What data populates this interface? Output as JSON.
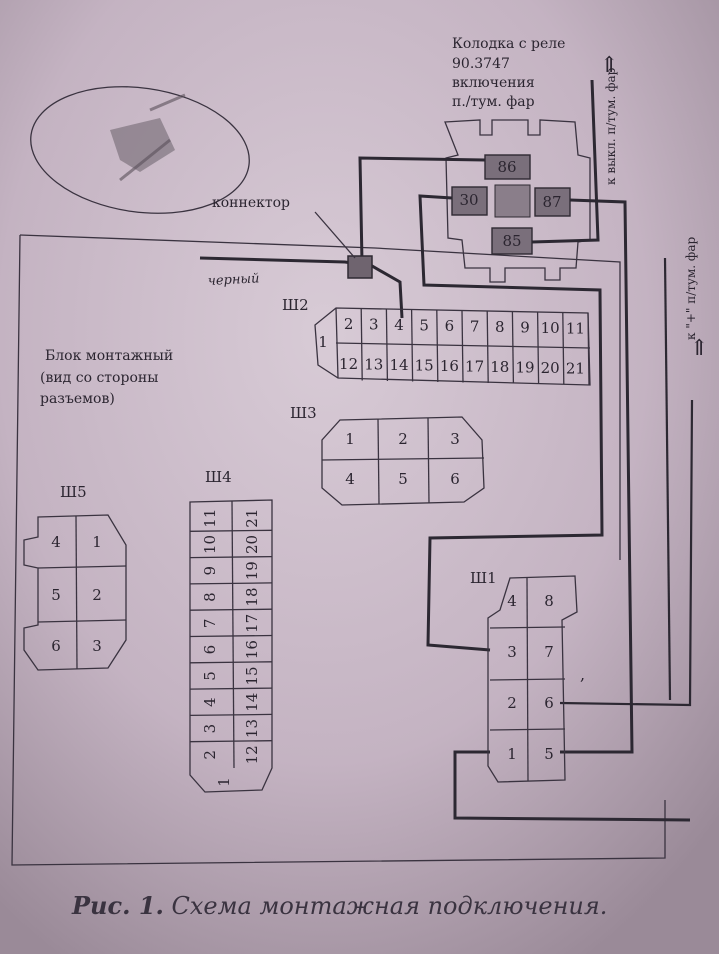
{
  "relay_block": {
    "caption_lines": [
      "Колодка с реле",
      "90.3747",
      "включения",
      "п./тум. фар"
    ],
    "pins": [
      "86",
      "30",
      "87",
      "85"
    ]
  },
  "labels": {
    "connector": "коннектор",
    "black": "черный",
    "to_switch": "к выкл. п/тум. фар",
    "to_plus": "к \"+\" п/тум. фар",
    "arrow1": "⇑",
    "arrow2": "⇑",
    "mount_block": [
      "Блок монтажный",
      "(вид со стороны",
      "разъемов)"
    ]
  },
  "sh2": {
    "title": "Ш2",
    "left": "1",
    "top": [
      "2",
      "3",
      "4",
      "5",
      "6",
      "7",
      "8",
      "9",
      "10",
      "11"
    ],
    "bottom": [
      "12",
      "13",
      "14",
      "15",
      "16",
      "17",
      "18",
      "19",
      "20",
      "21"
    ]
  },
  "sh3": {
    "title": "Ш3",
    "top": [
      "1",
      "2",
      "3"
    ],
    "bottom": [
      "4",
      "5",
      "6"
    ]
  },
  "sh4": {
    "title": "Ш4",
    "left_col": [
      "2",
      "3",
      "4",
      "5",
      "6",
      "7",
      "8",
      "9",
      "10",
      "11"
    ],
    "right_col": [
      "12",
      "13",
      "14",
      "15",
      "16",
      "17",
      "18",
      "19",
      "20",
      "21"
    ],
    "bottom": "1"
  },
  "sh5": {
    "title": "Ш5",
    "rows": [
      [
        "4",
        "1"
      ],
      [
        "5",
        "2"
      ],
      [
        "6",
        "3"
      ]
    ]
  },
  "sh1": {
    "title": "Ш1",
    "rows": [
      [
        "4",
        "8"
      ],
      [
        "3",
        "7"
      ],
      [
        "2",
        "6"
      ],
      [
        "1",
        "5"
      ]
    ]
  },
  "caption": {
    "fig": "Рис. 1.",
    "text": " Схема монтажная подключения."
  }
}
